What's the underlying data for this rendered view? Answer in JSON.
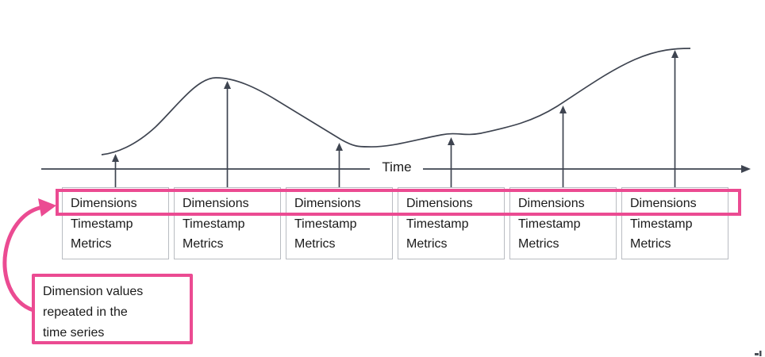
{
  "diagram": {
    "axis_label": "Time",
    "record_fields": [
      "Dimensions",
      "Timestamp",
      "Metrics"
    ],
    "record_count": 6,
    "annotation_text": "Dimension values\nrepeated in the\ntime series",
    "colors": {
      "line_dark": "#3e4450",
      "box_border": "#b9bcc2",
      "highlight_pink": "#eb4b92",
      "text": "#1a1a1a",
      "background": "#ffffff"
    }
  }
}
